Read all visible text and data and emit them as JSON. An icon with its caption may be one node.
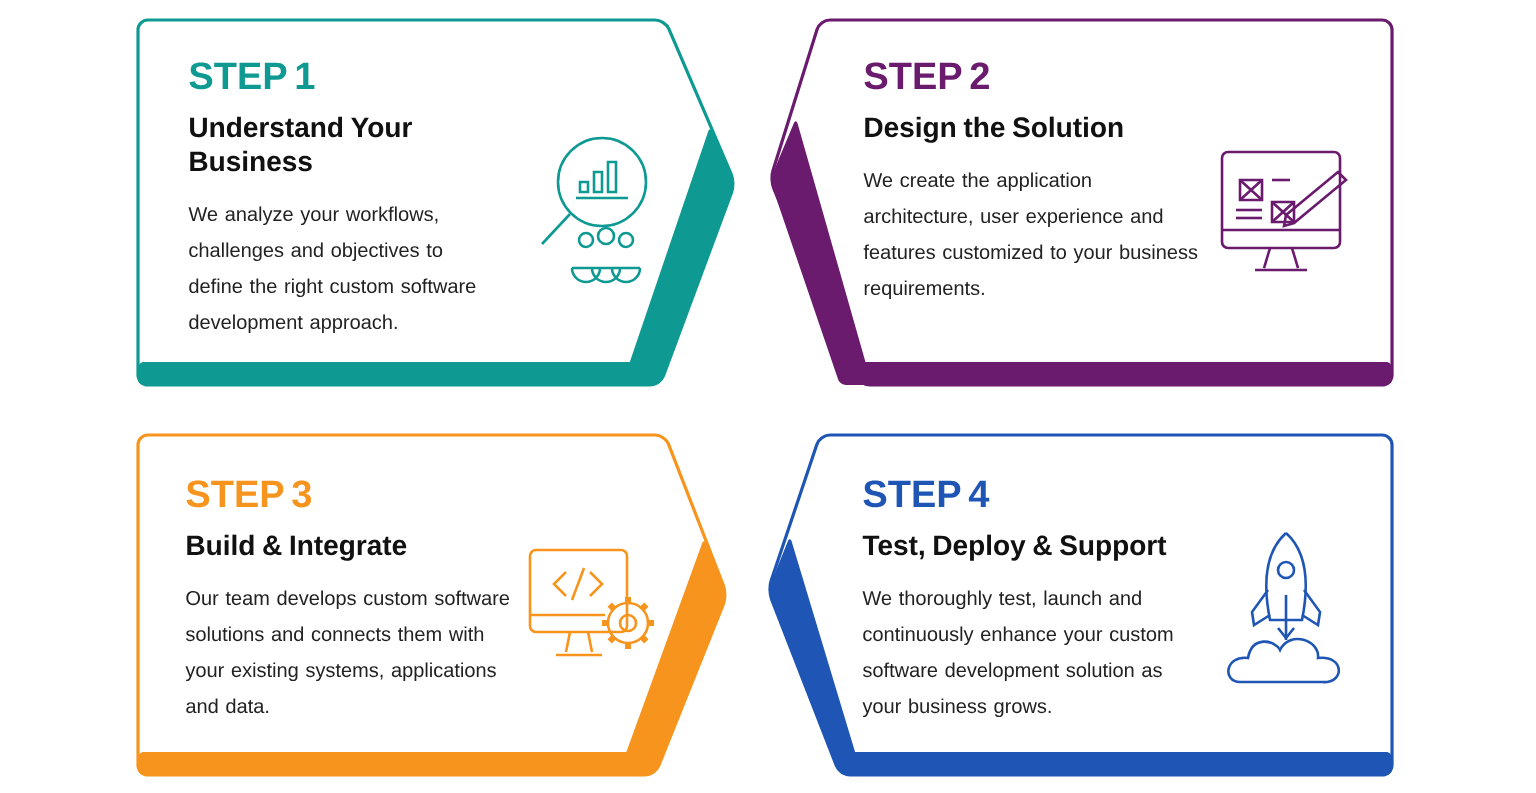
{
  "diagram": {
    "nodes": [
      {
        "text": [
          "STEP 1",
          "Understand Your Business",
          "We analyze your workflows, challenges and objectives to define the right custom software development approach."
        ]
      },
      {
        "text": [
          "STEP 2",
          "Design the Solution",
          "We create the application architecture, user experience and features customized to your business requirements."
        ]
      },
      {
        "text": [
          "STEP 3",
          "Build & Integrate",
          "Our team develops custom software solutions and connects them with your existing systems, applications and data."
        ]
      },
      {
        "text": [
          "STEP 4",
          "Test, Deploy & Support",
          "We thoroughly test, launch and continuously enhance your custom software development solution as your business grows."
        ]
      }
    ]
  }
}
